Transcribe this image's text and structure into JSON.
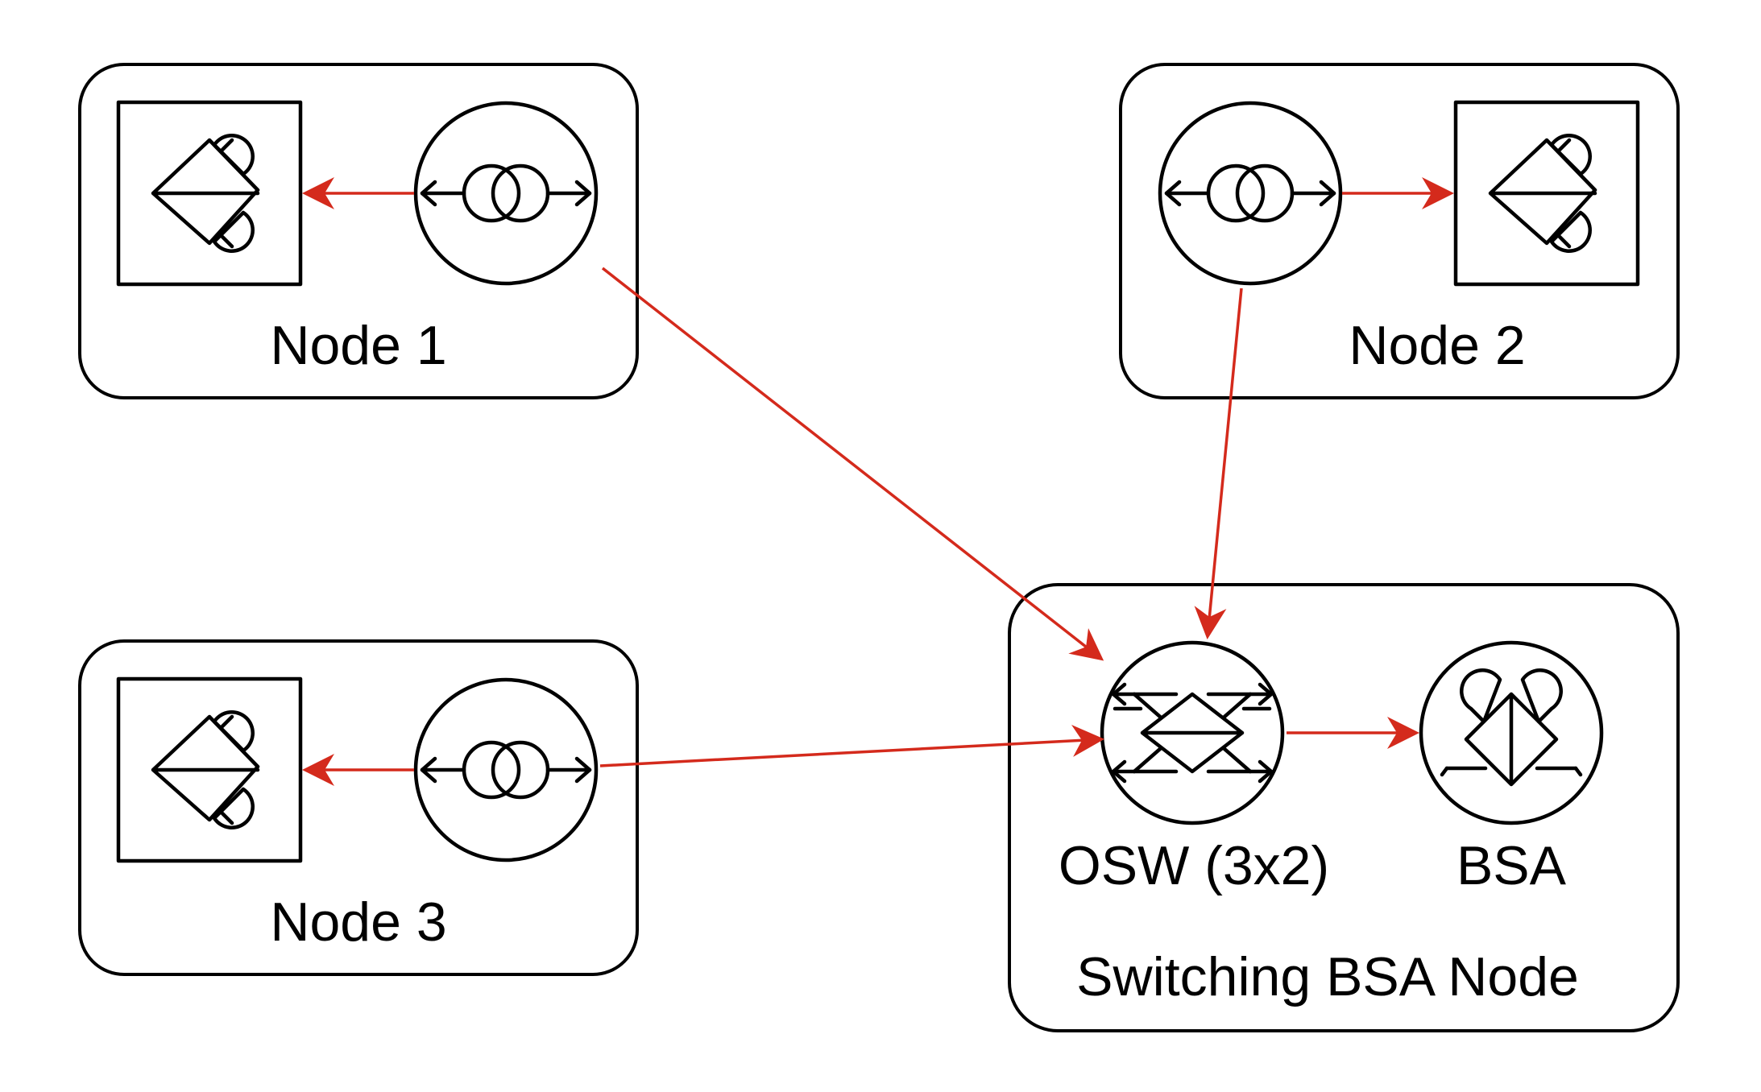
{
  "nodes": {
    "node1": {
      "label": "Node 1",
      "source_icon": "transceiver-icon",
      "sink_icon": "detector-icon"
    },
    "node2": {
      "label": "Node 2",
      "source_icon": "transceiver-icon",
      "sink_icon": "detector-icon"
    },
    "node3": {
      "label": "Node 3",
      "source_icon": "transceiver-icon",
      "sink_icon": "detector-icon"
    },
    "bsa_node": {
      "label": "Switching BSA Node",
      "switch": {
        "label": "OSW (3x2)",
        "icon": "optical-switch-icon"
      },
      "bsa": {
        "label": "BSA",
        "icon": "bell-state-analyzer-icon"
      }
    }
  },
  "edges": [
    {
      "from": "Node 1 transceiver",
      "to": "Node 1 detector"
    },
    {
      "from": "Node 2 transceiver",
      "to": "Node 2 detector"
    },
    {
      "from": "Node 3 transceiver",
      "to": "Node 3 detector"
    },
    {
      "from": "Node 1 transceiver",
      "to": "OSW (3x2)"
    },
    {
      "from": "Node 2 transceiver",
      "to": "OSW (3x2)"
    },
    {
      "from": "Node 3 transceiver",
      "to": "OSW (3x2)"
    },
    {
      "from": "OSW (3x2)",
      "to": "BSA"
    }
  ],
  "colors": {
    "edge": "#d42a1c",
    "stroke": "#000000",
    "background": "#ffffff"
  }
}
